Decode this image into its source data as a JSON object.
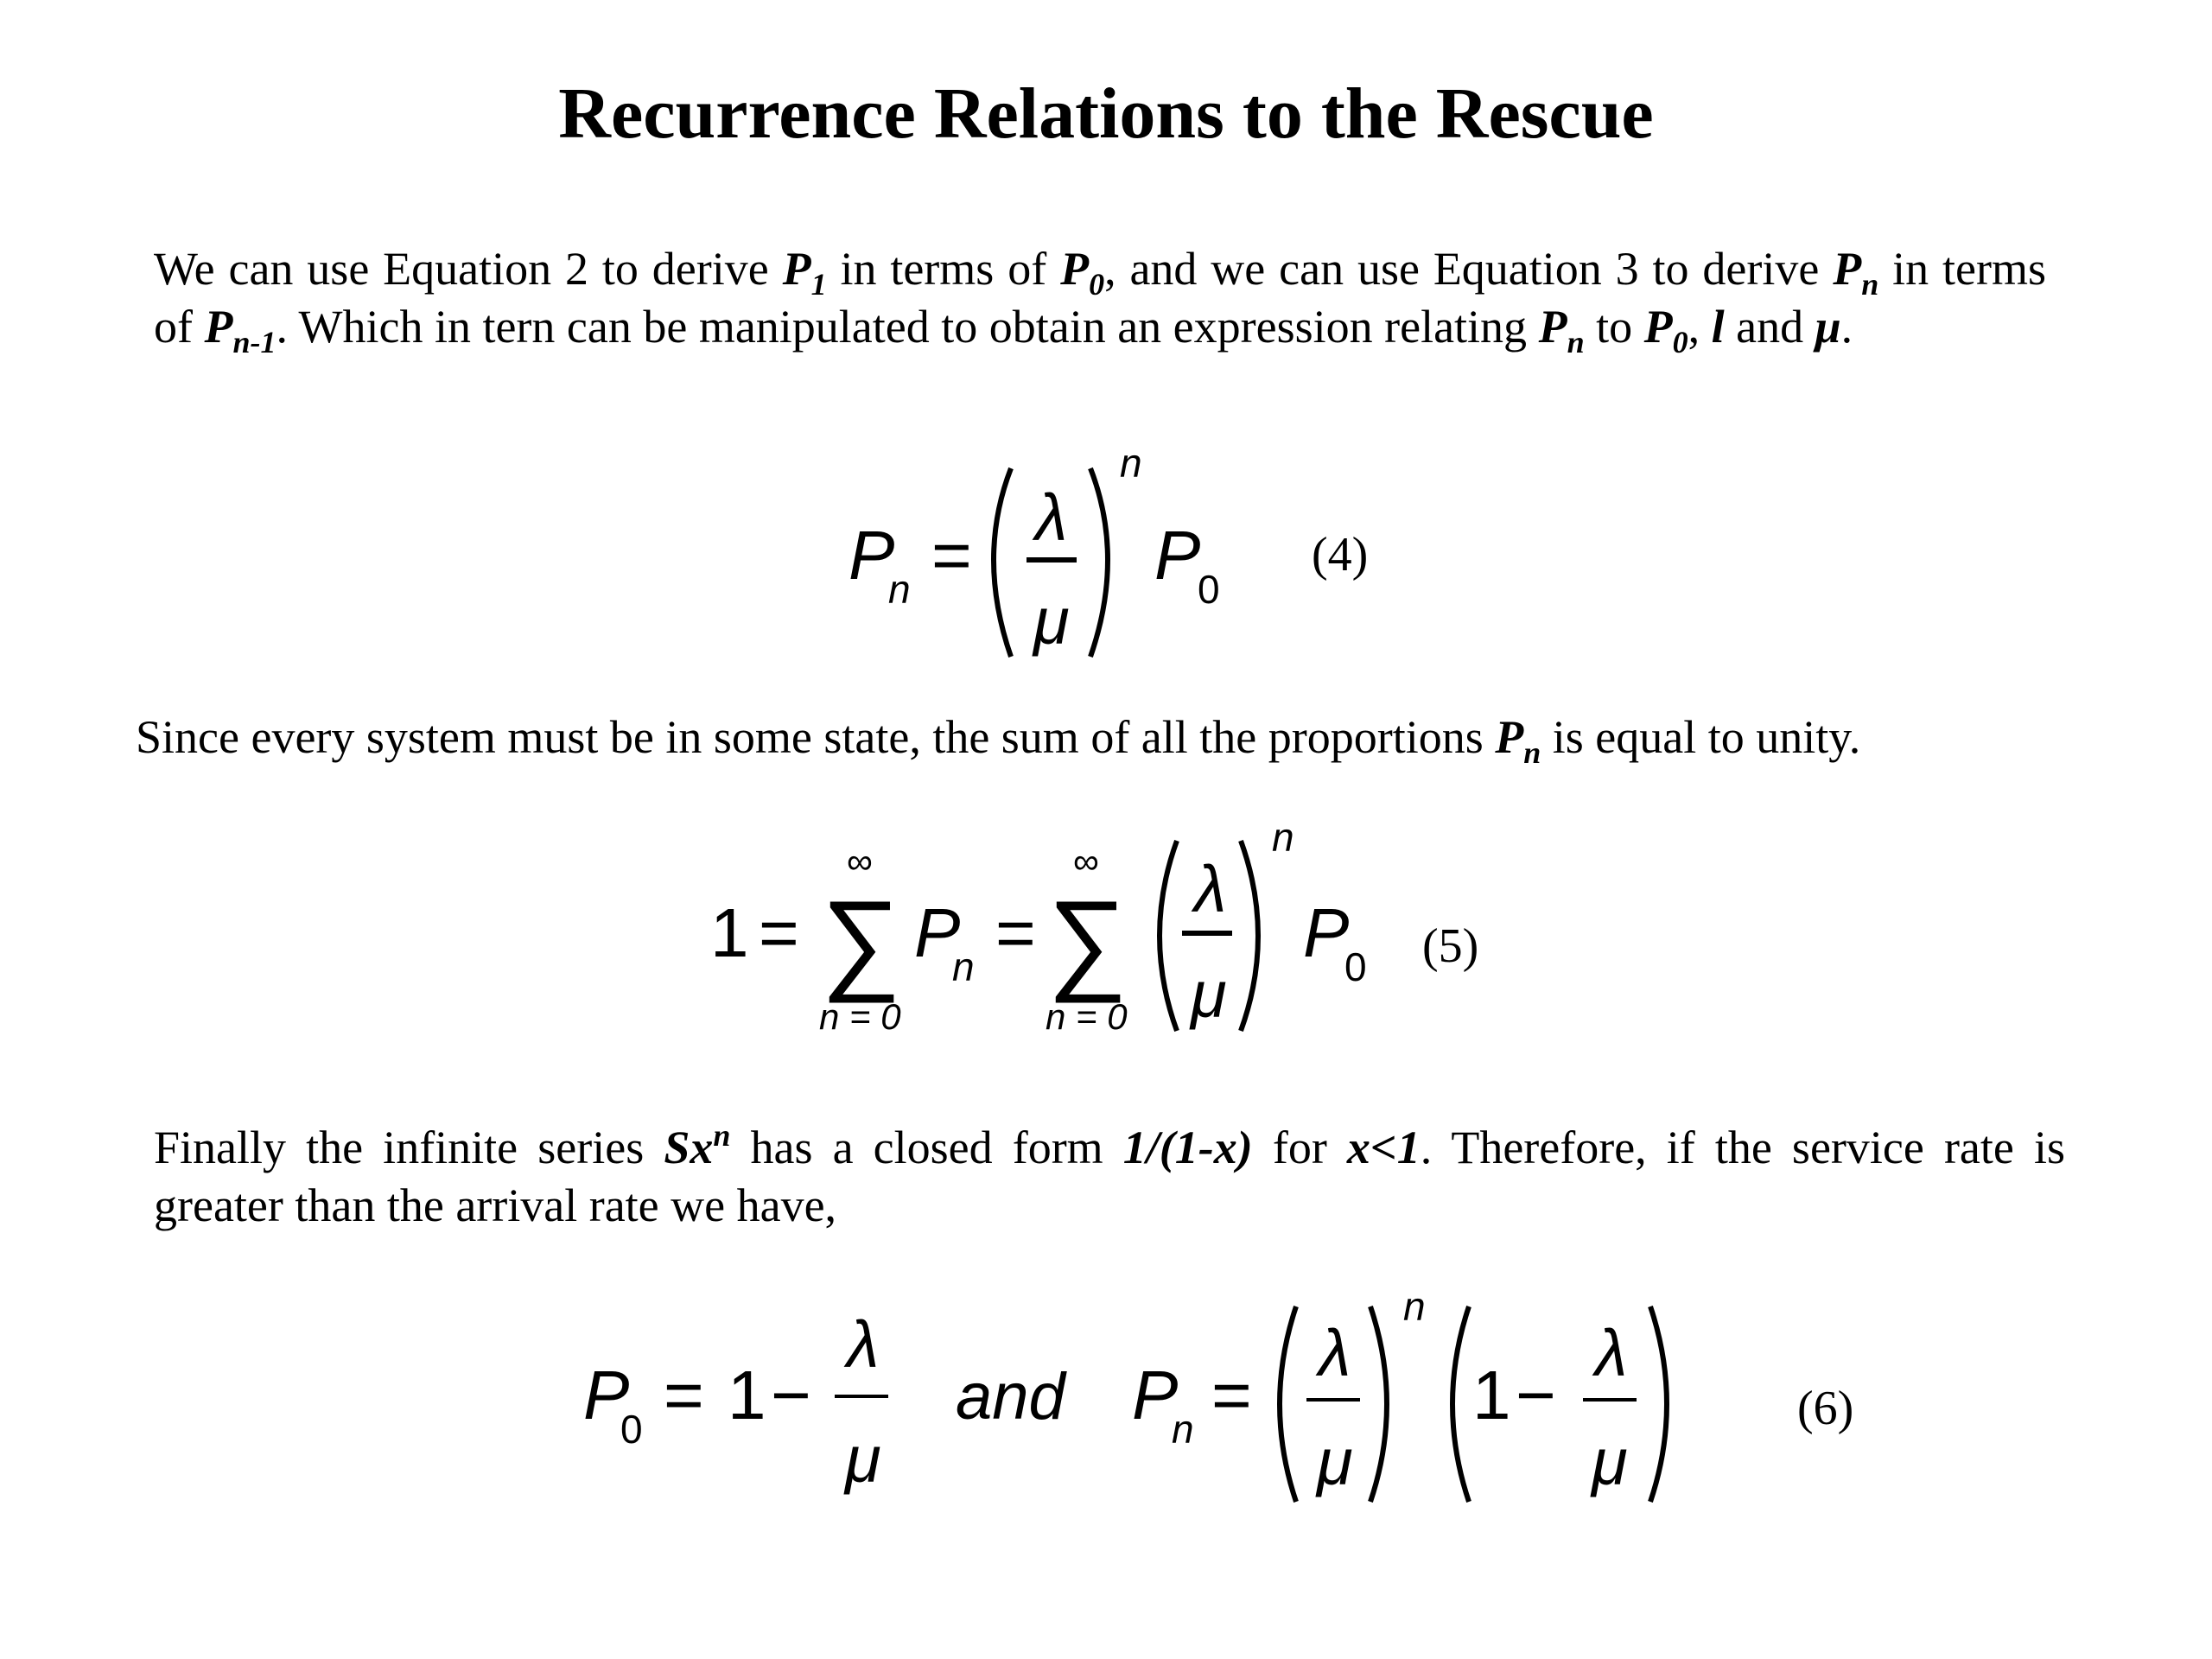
{
  "title": "Recurrence Relations to the Rescue",
  "para1": {
    "t1": "We can use Equation 2 to derive ",
    "v1": "P",
    "v1_sub": "1",
    "t2": " in terms of ",
    "v2": "P",
    "v2_sub": "0",
    "t3": ", and we can use Equation 3 to derive ",
    "v3": "P",
    "v3_sub": "n",
    "t4": " in terms of ",
    "v4": "P",
    "v4_sub": "n-1",
    "t5": ". Which in tern can be manipulated to obtain an expression relating ",
    "v5": "P",
    "v5_sub": "n",
    "t6": " to ",
    "v6": "P",
    "v6_sub": "0",
    "t7": ", ",
    "v7": "l",
    "t8": " and ",
    "v8": "μ",
    "t9": "."
  },
  "para2": {
    "t1": "Since every system must be in some state, the sum of all the proportions ",
    "v1": "P",
    "v1_sub": "n",
    "t2": " is equal to unity."
  },
  "para3": {
    "t1": "Finally the infinite series ",
    "v1": "Sx",
    "v1_sup": "n",
    "t2": " has a closed form ",
    "v2": "1/(1-x)",
    "t3": " for ",
    "v3": "x<1",
    "t4": ". Therefore, if the service rate is greater than the arrival rate we have,"
  },
  "equations": {
    "eq4": {
      "lhs": "P",
      "lhs_sub": "n",
      "eq": "=",
      "num": "λ",
      "den": "μ",
      "exp": "n",
      "rhs": "P",
      "rhs_sub": "0",
      "label": "(4)"
    },
    "eq5": {
      "one": "1",
      "eq": "=",
      "sum_top": "∞",
      "sum": "∑",
      "sum_bottom": "n = 0",
      "p": "P",
      "p_sub": "n",
      "num": "λ",
      "den": "μ",
      "exp": "n",
      "rhs": "P",
      "rhs_sub": "0",
      "label": "(5)"
    },
    "eq6": {
      "p0": "P",
      "p0_sub": "0",
      "eq": "=",
      "one": "1",
      "minus": "−",
      "num": "λ",
      "den": "μ",
      "and": "and",
      "pn": "P",
      "pn_sub": "n",
      "exp": "n",
      "label": "(6)"
    }
  }
}
